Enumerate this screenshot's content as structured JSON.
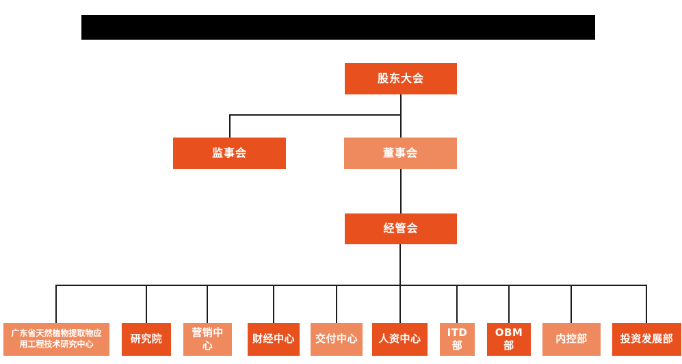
{
  "colors": {
    "primary": "#E8511E",
    "secondary": "#EF8A5E",
    "line": "#1B1B1B",
    "node_text": "#FFFFFF",
    "redacted_bar": "#000000",
    "background": "#FFFFFF"
  },
  "org_chart": {
    "root": {
      "label": "股东大会",
      "variant": "primary"
    },
    "supervisory_board": {
      "label": "监事会",
      "variant": "primary"
    },
    "board_of_directors": {
      "label": "董事会",
      "variant": "secondary"
    },
    "management_committee": {
      "label": "经管会",
      "variant": "primary"
    },
    "departments": [
      {
        "label": "广东省天然植物提取物应用工程技术研究中心",
        "variant": "secondary"
      },
      {
        "label": "研究院",
        "variant": "primary"
      },
      {
        "label": "营销中心",
        "variant": "secondary"
      },
      {
        "label": "财经中心",
        "variant": "primary"
      },
      {
        "label": "交付中心",
        "variant": "secondary"
      },
      {
        "label": "人资中心",
        "variant": "primary"
      },
      {
        "label": "ITD部",
        "variant": "secondary"
      },
      {
        "label": "OBM部",
        "variant": "primary"
      },
      {
        "label": "内控部",
        "variant": "secondary"
      },
      {
        "label": "投资发展部",
        "variant": "primary"
      }
    ]
  }
}
